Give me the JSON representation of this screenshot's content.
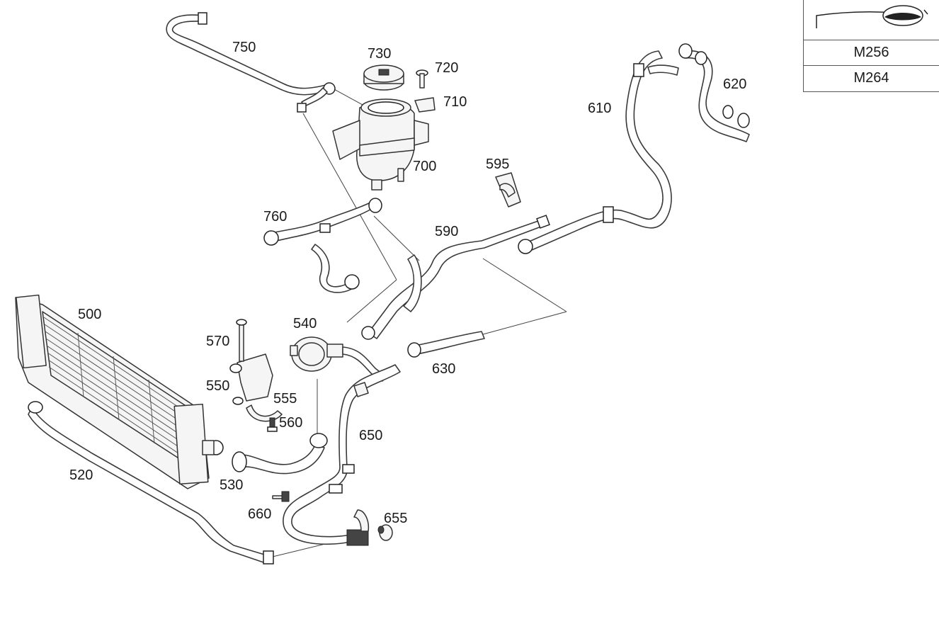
{
  "callouts": {
    "c500": "500",
    "c520": "520",
    "c530": "530",
    "c540": "540",
    "c550": "550",
    "c555": "555",
    "c560": "560",
    "c570": "570",
    "c590": "590",
    "c595": "595",
    "c610": "610",
    "c620": "620",
    "c630": "630",
    "c650": "650",
    "c655": "655",
    "c660": "660",
    "c700": "700",
    "c710": "710",
    "c720": "720",
    "c730": "730",
    "c750": "750",
    "c760": "760"
  },
  "variants": {
    "icon": "engine-variant-icon",
    "rows": [
      "M256",
      "M264"
    ]
  }
}
